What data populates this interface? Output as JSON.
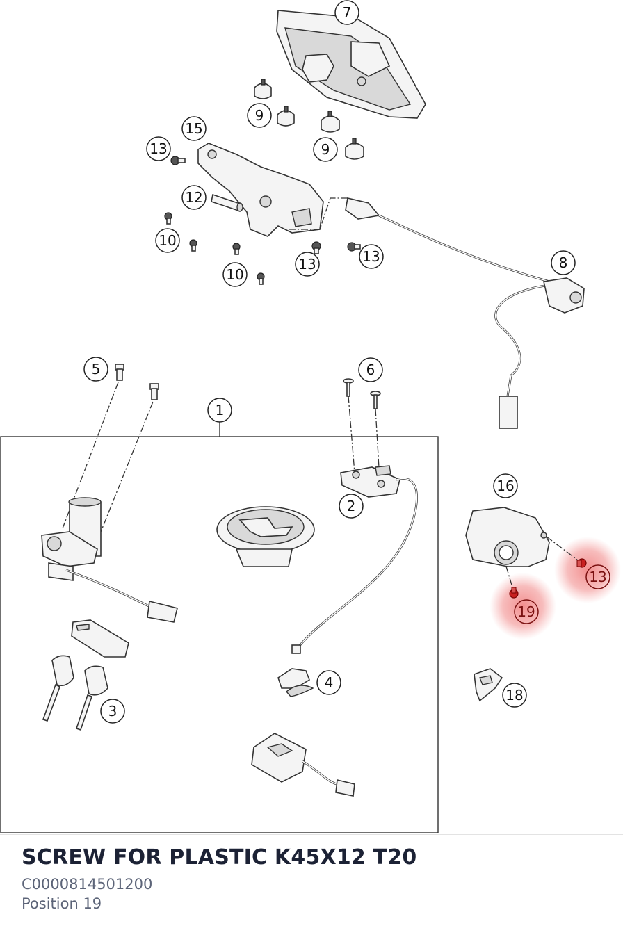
{
  "diagram": {
    "callouts": [
      {
        "id": "c7",
        "label": "7"
      },
      {
        "id": "c9a",
        "label": "9"
      },
      {
        "id": "c9b",
        "label": "9"
      },
      {
        "id": "c15",
        "label": "15"
      },
      {
        "id": "c13a",
        "label": "13"
      },
      {
        "id": "c12",
        "label": "12"
      },
      {
        "id": "c10a",
        "label": "10"
      },
      {
        "id": "c10b",
        "label": "10"
      },
      {
        "id": "c13b",
        "label": "13"
      },
      {
        "id": "c13c",
        "label": "13"
      },
      {
        "id": "c8",
        "label": "8"
      },
      {
        "id": "c5",
        "label": "5"
      },
      {
        "id": "c6",
        "label": "6"
      },
      {
        "id": "c1",
        "label": "1"
      },
      {
        "id": "c2",
        "label": "2"
      },
      {
        "id": "c16",
        "label": "16"
      },
      {
        "id": "c13d",
        "label": "13"
      },
      {
        "id": "c19",
        "label": "19"
      },
      {
        "id": "c4",
        "label": "4"
      },
      {
        "id": "c3",
        "label": "3"
      },
      {
        "id": "c18",
        "label": "18"
      }
    ],
    "highlight_color": "#f08080"
  },
  "part": {
    "name": "SCREW FOR PLASTIC K45X12 T20",
    "number": "C0000814501200",
    "position": "Position 19"
  }
}
